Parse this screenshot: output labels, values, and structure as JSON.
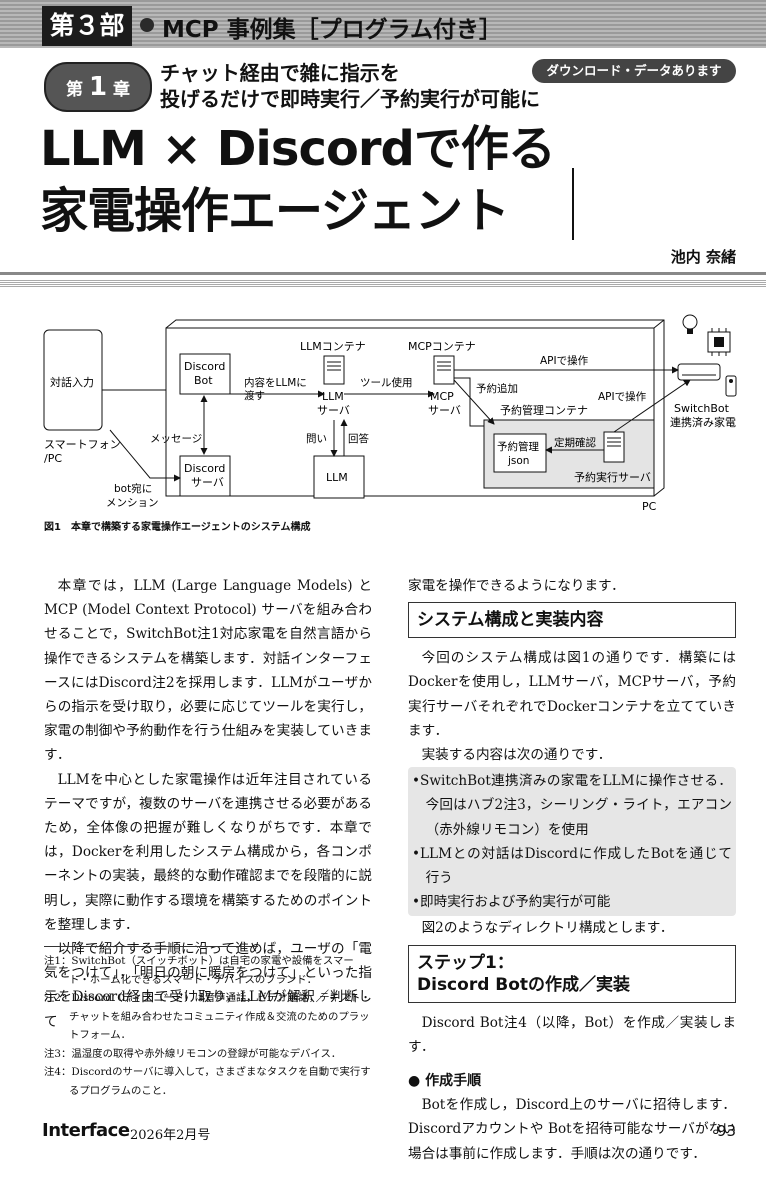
{
  "header": {
    "part_label": "第３部",
    "part_title": "MCP 事例集［プログラム付き］",
    "chapter_prefix": "第",
    "chapter_num": "1",
    "chapter_suffix": "章",
    "chapter_subtitle_1": "チャット経由で雑に指示を",
    "chapter_subtitle_2": "投げるだけで即時実行／予約実行が可能に",
    "download_badge": "ダウンロード・データあります",
    "title_line_1": "LLM × Discordで作る",
    "title_line_2": "家電操作エージェント",
    "author": "池内 奈緒"
  },
  "figure": {
    "smartphone_box": "対話入力",
    "smartphone_label_1": "スマートフォン",
    "smartphone_label_2": "/PC",
    "discord_bot_1": "Discord",
    "discord_bot_2": "Bot",
    "discord_server_1": "Discord",
    "discord_server_2": "サーバ",
    "llm_container": "LLMコンテナ",
    "llm_server_1": "LLM",
    "llm_server_2": "サーバ",
    "mcp_container": "MCPコンテナ",
    "mcp_server_1": "MCP",
    "mcp_server_2": "サーバ",
    "llm_box": "LLM",
    "edge_pass_llm_1": "内容をLLMに",
    "edge_pass_llm_2": "渡す",
    "edge_tool_use": "ツール使用",
    "edge_api_1": "APIで操作",
    "edge_reserve_add": "予約追加",
    "reserve_container": "予約管理コンテナ",
    "edge_api_2": "APIで操作",
    "edge_message": "メッセージ",
    "edge_question": "問い",
    "edge_answer": "回答",
    "edge_periodic_check": "定期確認",
    "reserve_json_1": "予約管理",
    "reserve_json_2": "json",
    "reserve_server": "予約実行サーバ",
    "bot_mention_1": "bot宛に",
    "bot_mention_2": "メンション",
    "pc_label": "PC",
    "switchbot_1": "SwitchBot",
    "switchbot_2": "連携済み家電",
    "icon_bulb": "bulb-icon",
    "icon_chip": "chip-icon",
    "icon_aircon": "aircon-icon",
    "icon_remote": "remote-icon",
    "caption": "図1　本章で構築する家電操作エージェントのシステム構成"
  },
  "body_left": {
    "p1": "本章では，LLM (Large Language Models) とMCP (Model Context Protocol) サーバを組み合わせることで，SwitchBot注1対応家電を自然言語から操作できるシステムを構築します．対話インターフェースにはDiscord注2を採用します．LLMがユーザからの指示を受け取り，必要に応じてツールを実行し，家電の制御や予約動作を行う仕組みを実装していきます．",
    "p2": "LLMを中心とした家電操作は近年注目されているテーマですが，複数のサーバを連携させる必要があるため，全体像の把握が難しくなりがちです．本章では，Dockerを利用したシステム構成から，各コンポーネントの実装，最終的な動作確認までを段階的に説明し，実際に動作する環境を構築するためのポイントを整理します．",
    "p3": "以降で紹介する手順に沿って進めば，ユーザの「電気をつけて」，「明日の朝に暖房をつけて」といった指示をDiscord経由で受け取り，LLMが解釈／判断して"
  },
  "footnotes": [
    "注1：SwitchBot（スイッチボット）は自宅の家電や設備をスマート・ホーム化できるスマート・デバイスのブランド．",
    "注2：Discord（ディスコード）は音声通話，ビデオ通話，テキスト・チャットを組み合わせたコミュニティ作成＆交流のためのプラットフォーム．",
    "注3：温湿度の取得や赤外線リモコンの登録が可能なデバイス．",
    "注4：Discordのサーバに導入して，さまざまなタスクを自動で実行するプログラムのこと．"
  ],
  "body_right": {
    "p0": "家電を操作できるようになります．",
    "sec1_title": "システム構成と実装内容",
    "p1": "今回のシステム構成は図1の通りです．構築にはDockerを使用し，LLMサーバ，MCPサーバ，予約実行サーバそれぞれでDockerコンテナを立てていきます．",
    "p2": "実装する内容は次の通りです．",
    "bullets": [
      "•SwitchBot連携済みの家電をLLMに操作させる．今回はハブ2注3，シーリング・ライト，エアコン（赤外線リモコン）を使用",
      "•LLMとの対話はDiscordに作成したBotを通じて行う",
      "•即時実行および予約実行が可能"
    ],
    "p3": "図2のようなディレクトリ構成とします．",
    "sec2_title_1": "ステップ1：",
    "sec2_title_2": "Discord Botの作成／実装",
    "p4": "Discord Bot注4（以降，Bot）を作成／実装します．",
    "sub1": "● 作成手順",
    "p5": "Botを作成し，Discord上のサーバに招待します．Discordアカウントや Botを招待可能なサーバがない場合は事前に作成します．手順は次の通りです．"
  },
  "footer": {
    "logo": "Interface",
    "date": "2026年2月号",
    "page": "93"
  }
}
